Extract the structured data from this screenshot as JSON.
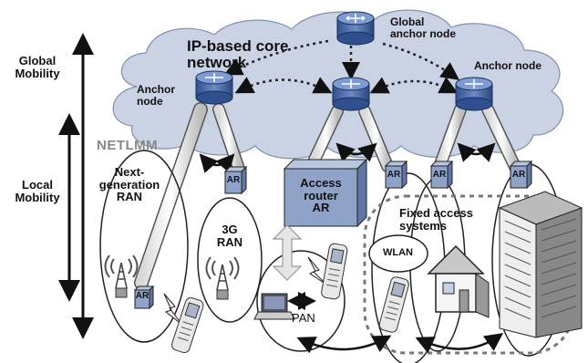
{
  "labels": {
    "global_mobility": [
      "Global",
      "Mobility"
    ],
    "local_mobility": [
      "Local",
      "Mobility"
    ],
    "core_network": [
      "IP-based core",
      "network"
    ],
    "global_anchor_node": [
      "Global",
      "anchor node"
    ],
    "anchor_node_left": [
      "Anchor",
      "node"
    ],
    "anchor_node_right": "Anchor node",
    "netlmm": "NETLMM",
    "next_gen_ran": [
      "Next-",
      "generation",
      "RAN"
    ],
    "ran_3g": [
      "3G",
      "RAN"
    ],
    "access_router": [
      "Access",
      "router",
      "AR"
    ],
    "ar": "AR",
    "fixed_access": [
      "Fixed access",
      "systems"
    ],
    "wlan": "WLAN",
    "pan": "PAN"
  },
  "colors": {
    "cloud": "#c9d3e4",
    "node": "#4d6ca8",
    "box": "#8fa3c9",
    "outline": "#222222"
  },
  "icons": [
    "router-icon",
    "antenna-tower-icon",
    "mobile-phone-icon",
    "laptop-icon",
    "house-icon",
    "office-building-icon",
    "lightning-icon"
  ]
}
